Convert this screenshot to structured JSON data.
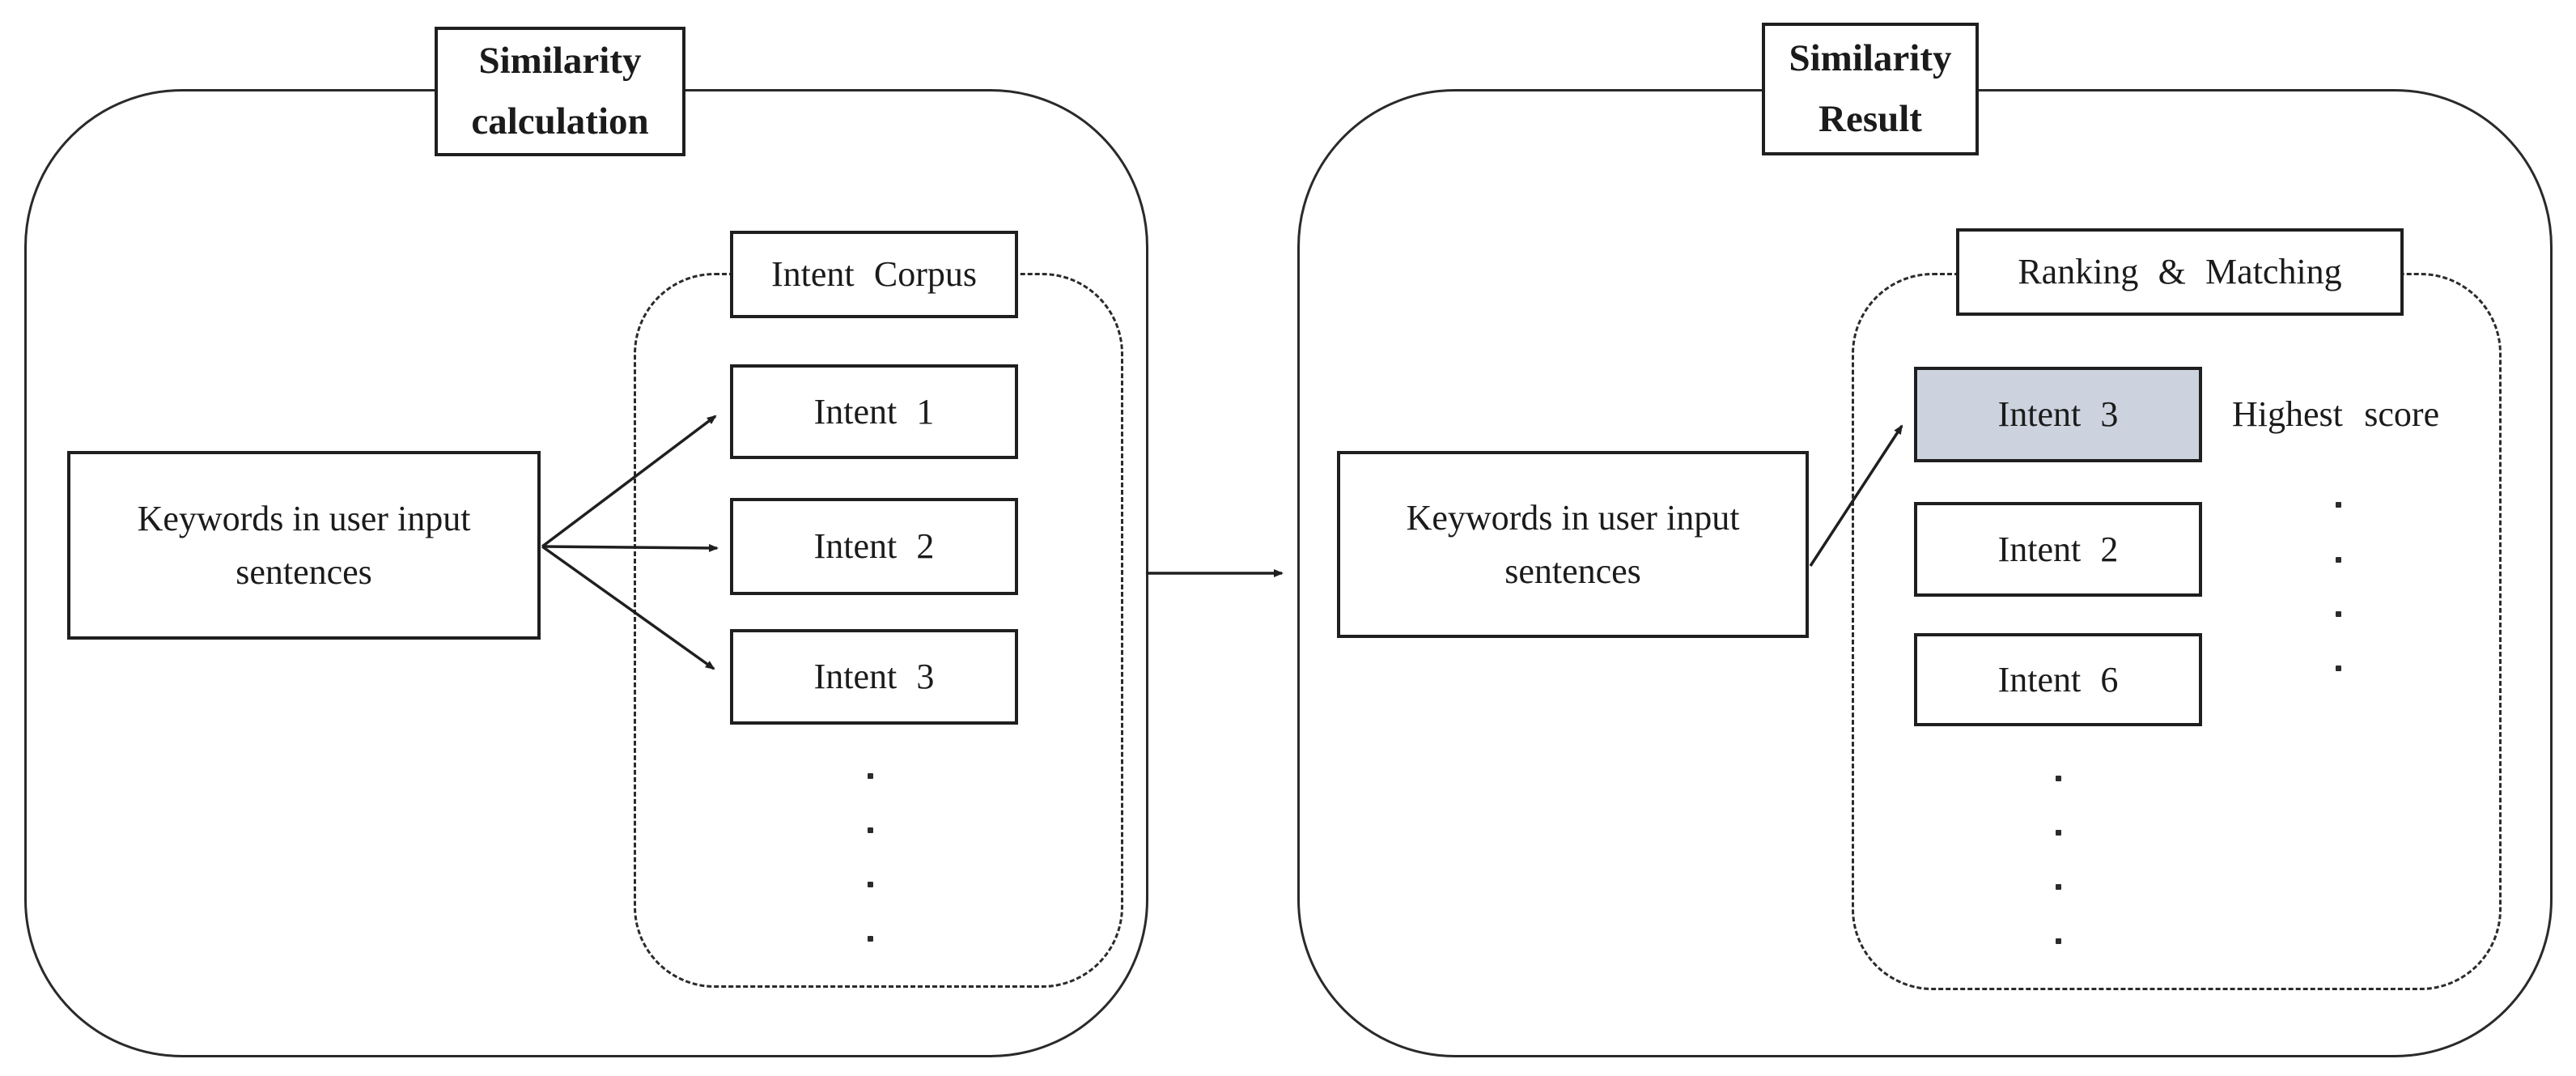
{
  "colors": {
    "stroke": "#1f1f1f",
    "dashed_stroke": "#2b2b2b",
    "highlight_fill": "#ccd3de",
    "background": "#ffffff"
  },
  "left_panel": {
    "title_line1": "Similarity",
    "title_line2": "calculation",
    "keywords_line1": "Keywords in user input",
    "keywords_line2": "sentences",
    "corpus_title": "Intent Corpus",
    "intents": [
      {
        "label": "Intent 1"
      },
      {
        "label": "Intent 2"
      },
      {
        "label": "Intent 3"
      }
    ]
  },
  "right_panel": {
    "title_line1": "Similarity",
    "title_line2": "Result",
    "keywords_line1": "Keywords in user input",
    "keywords_line2": "sentences",
    "group_title": "Ranking & Matching",
    "results": [
      {
        "label": "Intent 3",
        "note": "Highest score",
        "highlighted": true
      },
      {
        "label": "Intent 2",
        "highlighted": false
      },
      {
        "label": "Intent 6",
        "highlighted": false
      }
    ]
  }
}
